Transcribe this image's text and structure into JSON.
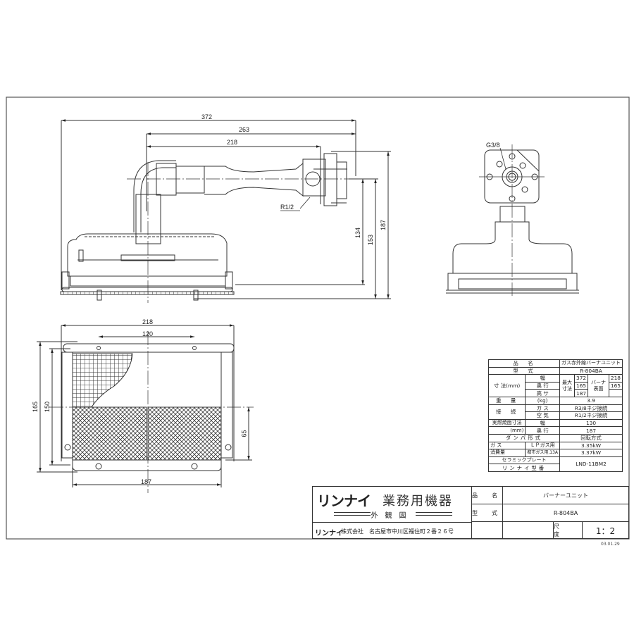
{
  "drawing": {
    "front_view": {
      "dimensions": {
        "overall_length": "372",
        "to_inlet": "263",
        "to_air": "218",
        "height_134": "134",
        "height_153": "153",
        "height_187": "187"
      },
      "callouts": {
        "air_inlet": "R1/2"
      }
    },
    "side_view": {
      "callouts": {
        "gas_inlet": "G3/8"
      }
    },
    "bottom_view": {
      "dimensions": {
        "overall_width": "218",
        "screw_pitch": "120",
        "overall_depth": "165",
        "inner_depth": "150",
        "plate_depth": "65",
        "plate_width": "187"
      }
    }
  },
  "spec_table": {
    "product_name_label": "品　名",
    "product_name": "ガス赤外線バーナユニット",
    "model_label": "型　式",
    "model": "R-804BA",
    "dims_label": "寸 法(mm)",
    "width_label": "幅",
    "depth_label": "奥 行",
    "height_label": "高 サ",
    "max_dims_label": "最大寸法",
    "max_width": "372",
    "max_depth": "165",
    "max_height": "187",
    "burner_surface_label": "バーナ表面",
    "burner_width": "218",
    "burner_depth": "165",
    "weight_label": "重　量",
    "weight_unit": "(kg)",
    "weight": "3.9",
    "connection_label": "接　続",
    "gas_label": "ガ ス",
    "gas_connection": "R3/8ネジ接続",
    "air_label": "空 気",
    "air_connection": "R1/2ネジ接続",
    "effective_surface_label": "実燃焼面寸法",
    "effective_surface_unit": "(mm)",
    "effective_width_label": "幅",
    "effective_width": "130",
    "effective_depth_label": "奥 行",
    "effective_depth": "187",
    "damper_label": "ダンパ形式",
    "damper_type": "回転方式",
    "consumption_label_1": "ガ ス",
    "consumption_label_2": "消費量",
    "lp_gas_label": "ＬＰガス用",
    "lp_gas_value": "3.35kW",
    "city_gas_label": "都市ガス用,13A",
    "city_gas_value": "3.37kW",
    "ceramic_label_1": "セラミックプレート",
    "ceramic_label_2": "リンナイ型番",
    "ceramic_model": "LND-11BM2"
  },
  "title_block": {
    "brand": "リンナイ",
    "category": "業務用機器",
    "drawing_type": "外観図",
    "company_brand": "リンナイ",
    "company": "株式会社　名古屋市中川区福住町２番２６号",
    "product_name_label": "品　名",
    "product_name": "バーナーユニット",
    "model_label": "型　式",
    "model": "R-804BA",
    "scale_label": "尺　度",
    "scale": "1：2",
    "date": "03.01.29"
  }
}
